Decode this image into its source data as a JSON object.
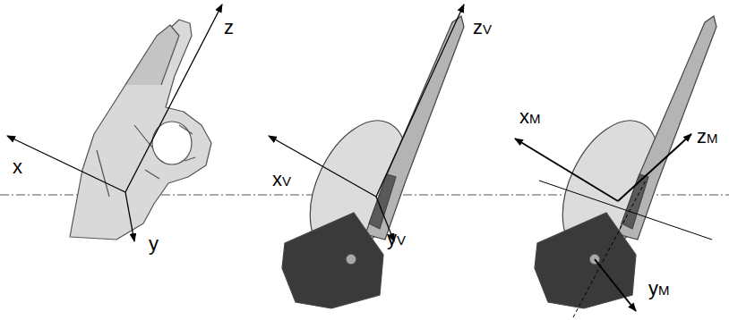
{
  "diagram": {
    "labels": [
      "z",
      "x",
      "y",
      "zV",
      "xV",
      "yV",
      "xM",
      "zM",
      "yM"
    ]
  }
}
